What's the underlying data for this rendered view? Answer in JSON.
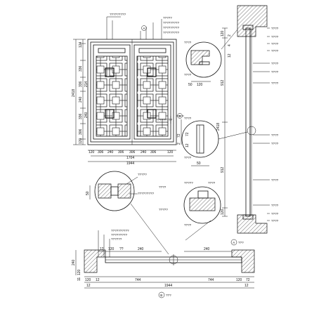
{
  "elevation": {
    "top_dims": [
      "120",
      "120"
    ],
    "left_dims": [
      "124",
      "336",
      "336",
      "240",
      "336",
      "306",
      "120"
    ],
    "left_total": "2418",
    "left_marks": [
      "214",
      "240"
    ],
    "bottom_dims": [
      "120",
      "306",
      "240",
      "306",
      "306",
      "240",
      "306",
      "120"
    ],
    "width_inner": "1704",
    "width_total": "1944",
    "right_dims": [
      "72",
      "2"
    ],
    "callouts_top": [
      "?????????",
      "?????",
      "?????????",
      "?????????",
      "?????????"
    ],
    "callout_mid": "?????????",
    "section_markers": [
      "A",
      "B"
    ]
  },
  "detail_mid": {
    "labels": [
      "?????",
      "?????????",
      "????",
      "?????"
    ],
    "dim_left": "50"
  },
  "section_vertical": {
    "labels": [
      "????",
      "????",
      "????",
      "????",
      "????",
      "????",
      "????",
      "????",
      "????",
      "????",
      "????",
      "????",
      "????"
    ],
    "dims": [
      "120",
      "912",
      "2418",
      "912",
      "120"
    ],
    "small_dims": [
      "2",
      "4",
      "12"
    ],
    "detail_labels": [
      "????",
      "????",
      "????",
      "????",
      "????",
      "????"
    ],
    "detail_dims": [
      "50",
      "120",
      "50",
      "12",
      "72"
    ],
    "marker": "A",
    "marker_caption": "???"
  },
  "detail_lower": {
    "labels": [
      "?????",
      "????",
      "????"
    ]
  },
  "plan_section": {
    "callouts": [
      "??????????",
      "?????????",
      "??????"
    ],
    "top_dims": [
      "12",
      "120",
      "??",
      "240"
    ],
    "left_dims": [
      "240",
      "120",
      "11"
    ],
    "bottom_dims": [
      "120",
      "12",
      "744",
      "744",
      "120",
      "72",
      "12",
      "1944",
      "12"
    ],
    "marker": "B",
    "marker_caption": "???"
  }
}
